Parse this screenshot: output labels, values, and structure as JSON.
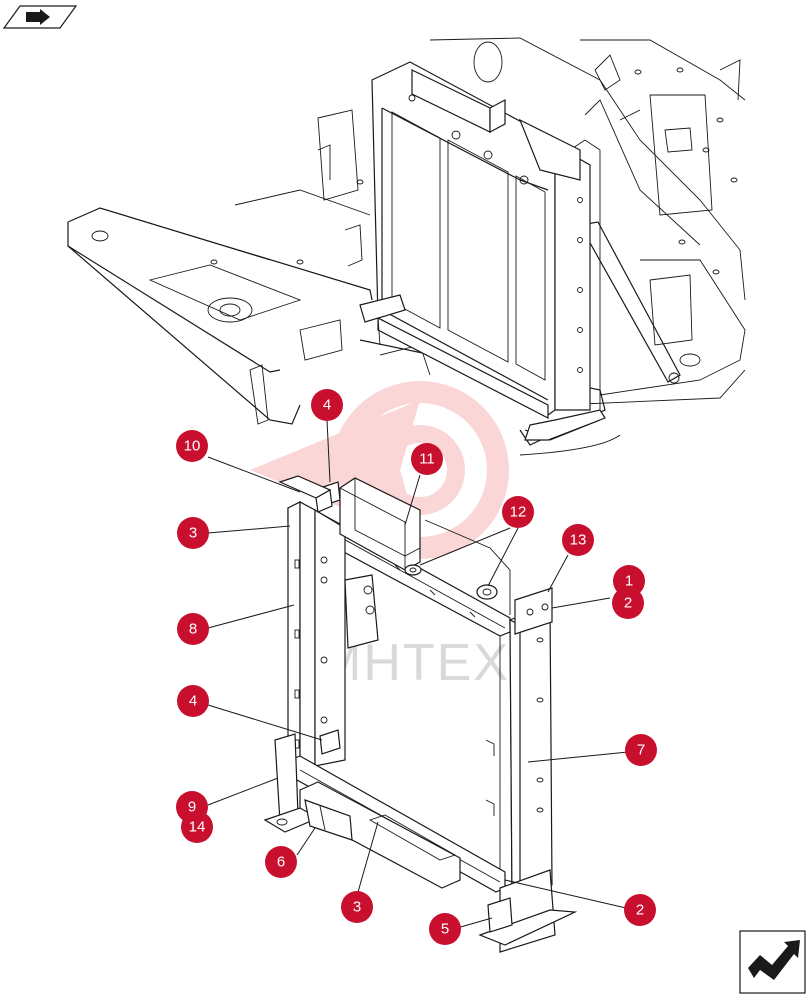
{
  "watermark": {
    "text": "MHTEX",
    "color": "#f4b7b7"
  },
  "callout_color": "#c8102e",
  "nav": {
    "prev_icon": "arrow-right-nav-icon",
    "next_icon": "arrow-next-page-icon"
  },
  "callouts": [
    {
      "id": "c10",
      "label": "10"
    },
    {
      "id": "c4a",
      "label": "4"
    },
    {
      "id": "c11",
      "label": "11"
    },
    {
      "id": "c3a",
      "label": "3"
    },
    {
      "id": "c12",
      "label": "12"
    },
    {
      "id": "c13",
      "label": "13"
    },
    {
      "id": "c1",
      "label": "1"
    },
    {
      "id": "c2a",
      "label": "2"
    },
    {
      "id": "c8",
      "label": "8"
    },
    {
      "id": "c4b",
      "label": "4"
    },
    {
      "id": "c7",
      "label": "7"
    },
    {
      "id": "c9",
      "label": "9"
    },
    {
      "id": "c14",
      "label": "14"
    },
    {
      "id": "c6",
      "label": "6"
    },
    {
      "id": "c3b",
      "label": "3"
    },
    {
      "id": "c2b",
      "label": "2"
    },
    {
      "id": "c5",
      "label": "5"
    }
  ]
}
